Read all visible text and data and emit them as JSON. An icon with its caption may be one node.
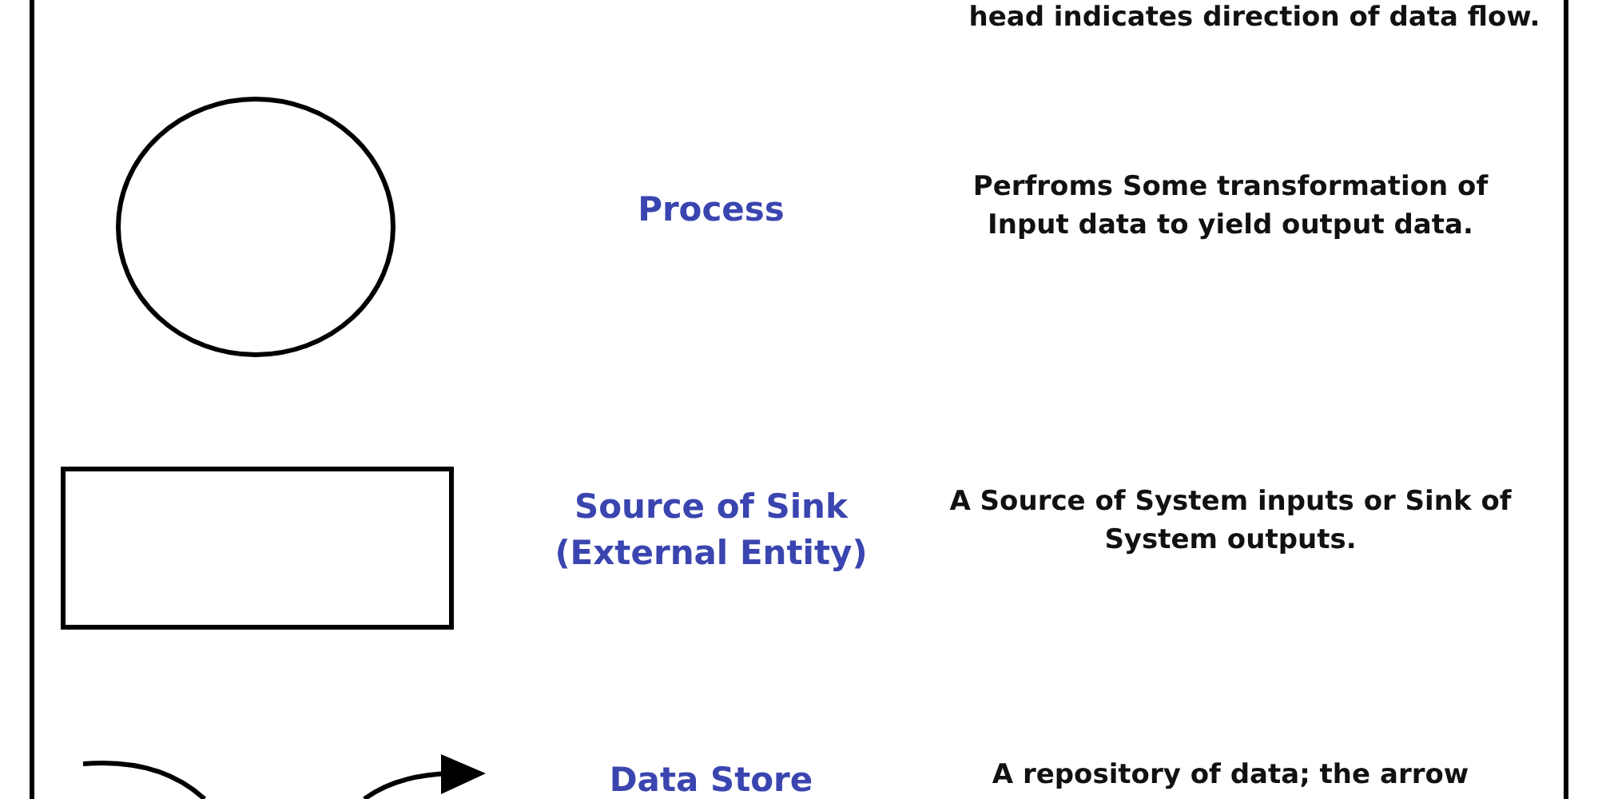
{
  "diagram": {
    "nodes": [
      {
        "text": [],
        "shape": "circle"
      },
      {
        "text": [],
        "shape": "box"
      }
    ],
    "labels": [
      "head indicates direction of data flow.",
      "Process",
      "Perfroms Some transformation of Input data to yield output data.",
      "Source of Sink (External Entity)",
      "A Source of System inputs or Sink of System outputs.",
      "Data Store",
      "A repository of data; the arrow"
    ]
  }
}
